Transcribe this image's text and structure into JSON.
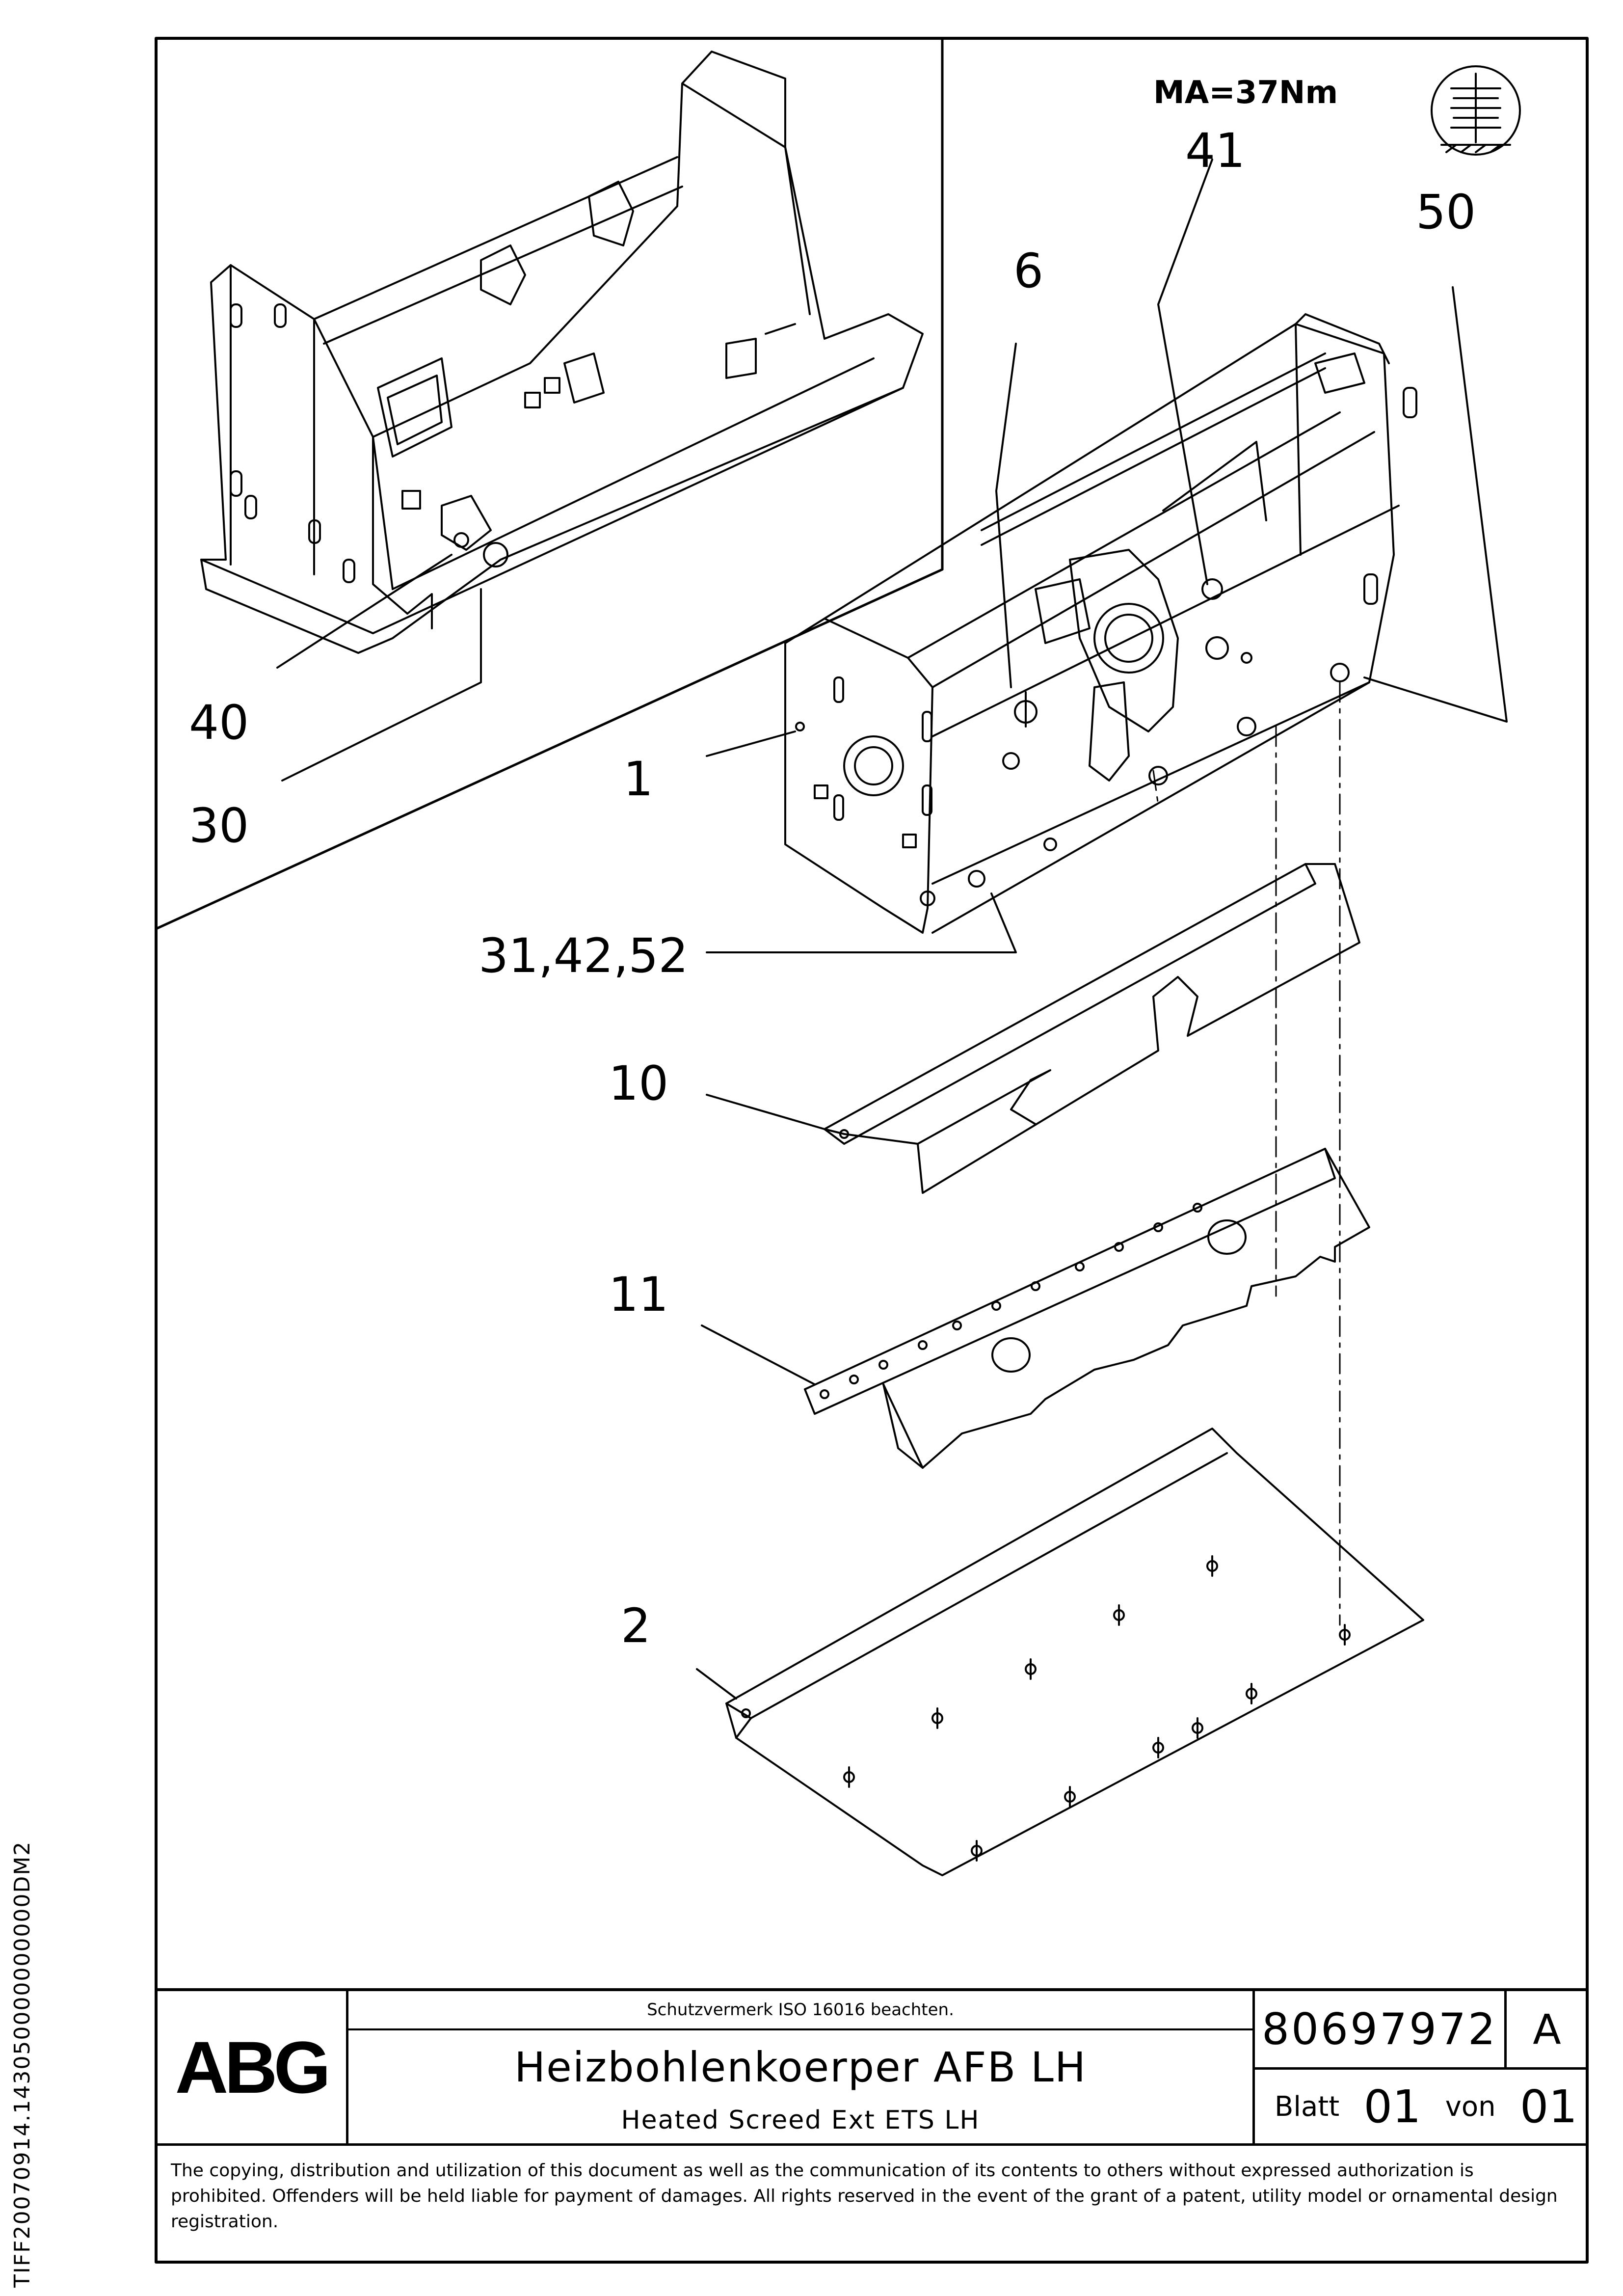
{
  "side_code": "TIFF20070914.143050000000000DM2",
  "annotations": {
    "torque": "MA=37Nm",
    "callouts": [
      "41",
      "50",
      "6",
      "40",
      "30",
      "1",
      "31,42,52",
      "10",
      "11",
      "2"
    ]
  },
  "title_block": {
    "logo": "ABG",
    "protection_notice": "Schutzvermerk ISO 16016 beachten.",
    "title_de": "Heizbohlenkoerper AFB LH",
    "title_en": "Heated Screed Ext ETS LH",
    "drawing_number": "80697972",
    "revision": "A",
    "sheet_label": "Blatt",
    "sheet_number": "01",
    "of_label": "von",
    "sheet_total": "01",
    "copyright": "The copying, distribution and utilization of this document as well as the communication of its contents to others without expressed authorization is prohibited. Offenders will be held liable for payment of damages. All rights reserved in the event of the grant of a patent, utility model or ornamental design registration."
  }
}
